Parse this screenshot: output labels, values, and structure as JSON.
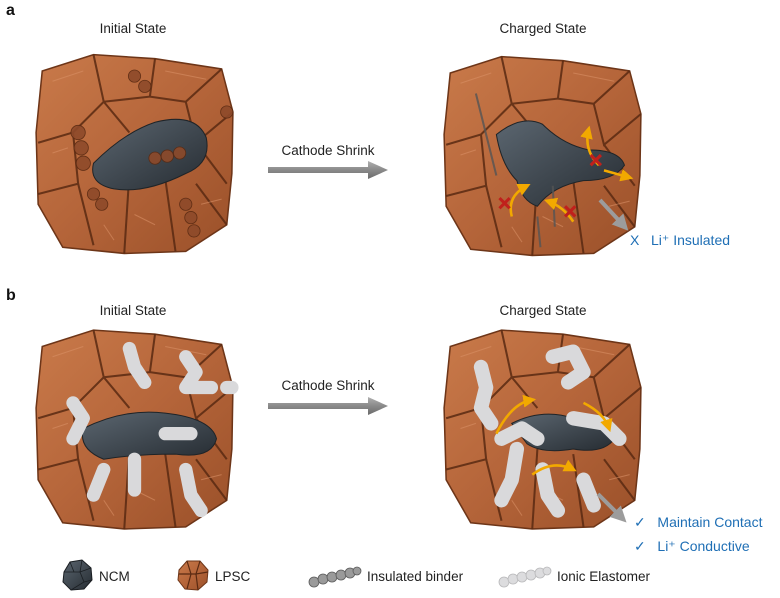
{
  "panel_a": {
    "letter": "a",
    "initial_title": "Initial State",
    "charged_title": "Charged State",
    "process_label": "Cathode Shrink",
    "outcome": {
      "mark": "X",
      "text": "Li⁺ Insulated"
    }
  },
  "panel_b": {
    "letter": "b",
    "initial_title": "Initial State",
    "charged_title": "Charged State",
    "process_label": "Cathode Shrink",
    "outcomes": [
      {
        "mark": "✓",
        "text": "Maintain Contact"
      },
      {
        "mark": "✓",
        "text": "Li⁺ Conductive"
      }
    ]
  },
  "legend": [
    {
      "icon": "ncm-particle-icon",
      "label": "NCM"
    },
    {
      "icon": "lpsc-particle-icon",
      "label": "LPSC"
    },
    {
      "icon": "insulated-binder-icon",
      "label": "Insulated binder"
    },
    {
      "icon": "ionic-elastomer-icon",
      "label": "Ionic Elastomer"
    }
  ],
  "colors": {
    "lpsc": "#b8683c",
    "lpsc_dark": "#7a3d1f",
    "ncm": "#3c434b",
    "elastomer": "#d6d6d8",
    "li_arrow": "#f2a900",
    "block_mark": "#c0201c",
    "outcome_text": "#1f6fb5"
  }
}
